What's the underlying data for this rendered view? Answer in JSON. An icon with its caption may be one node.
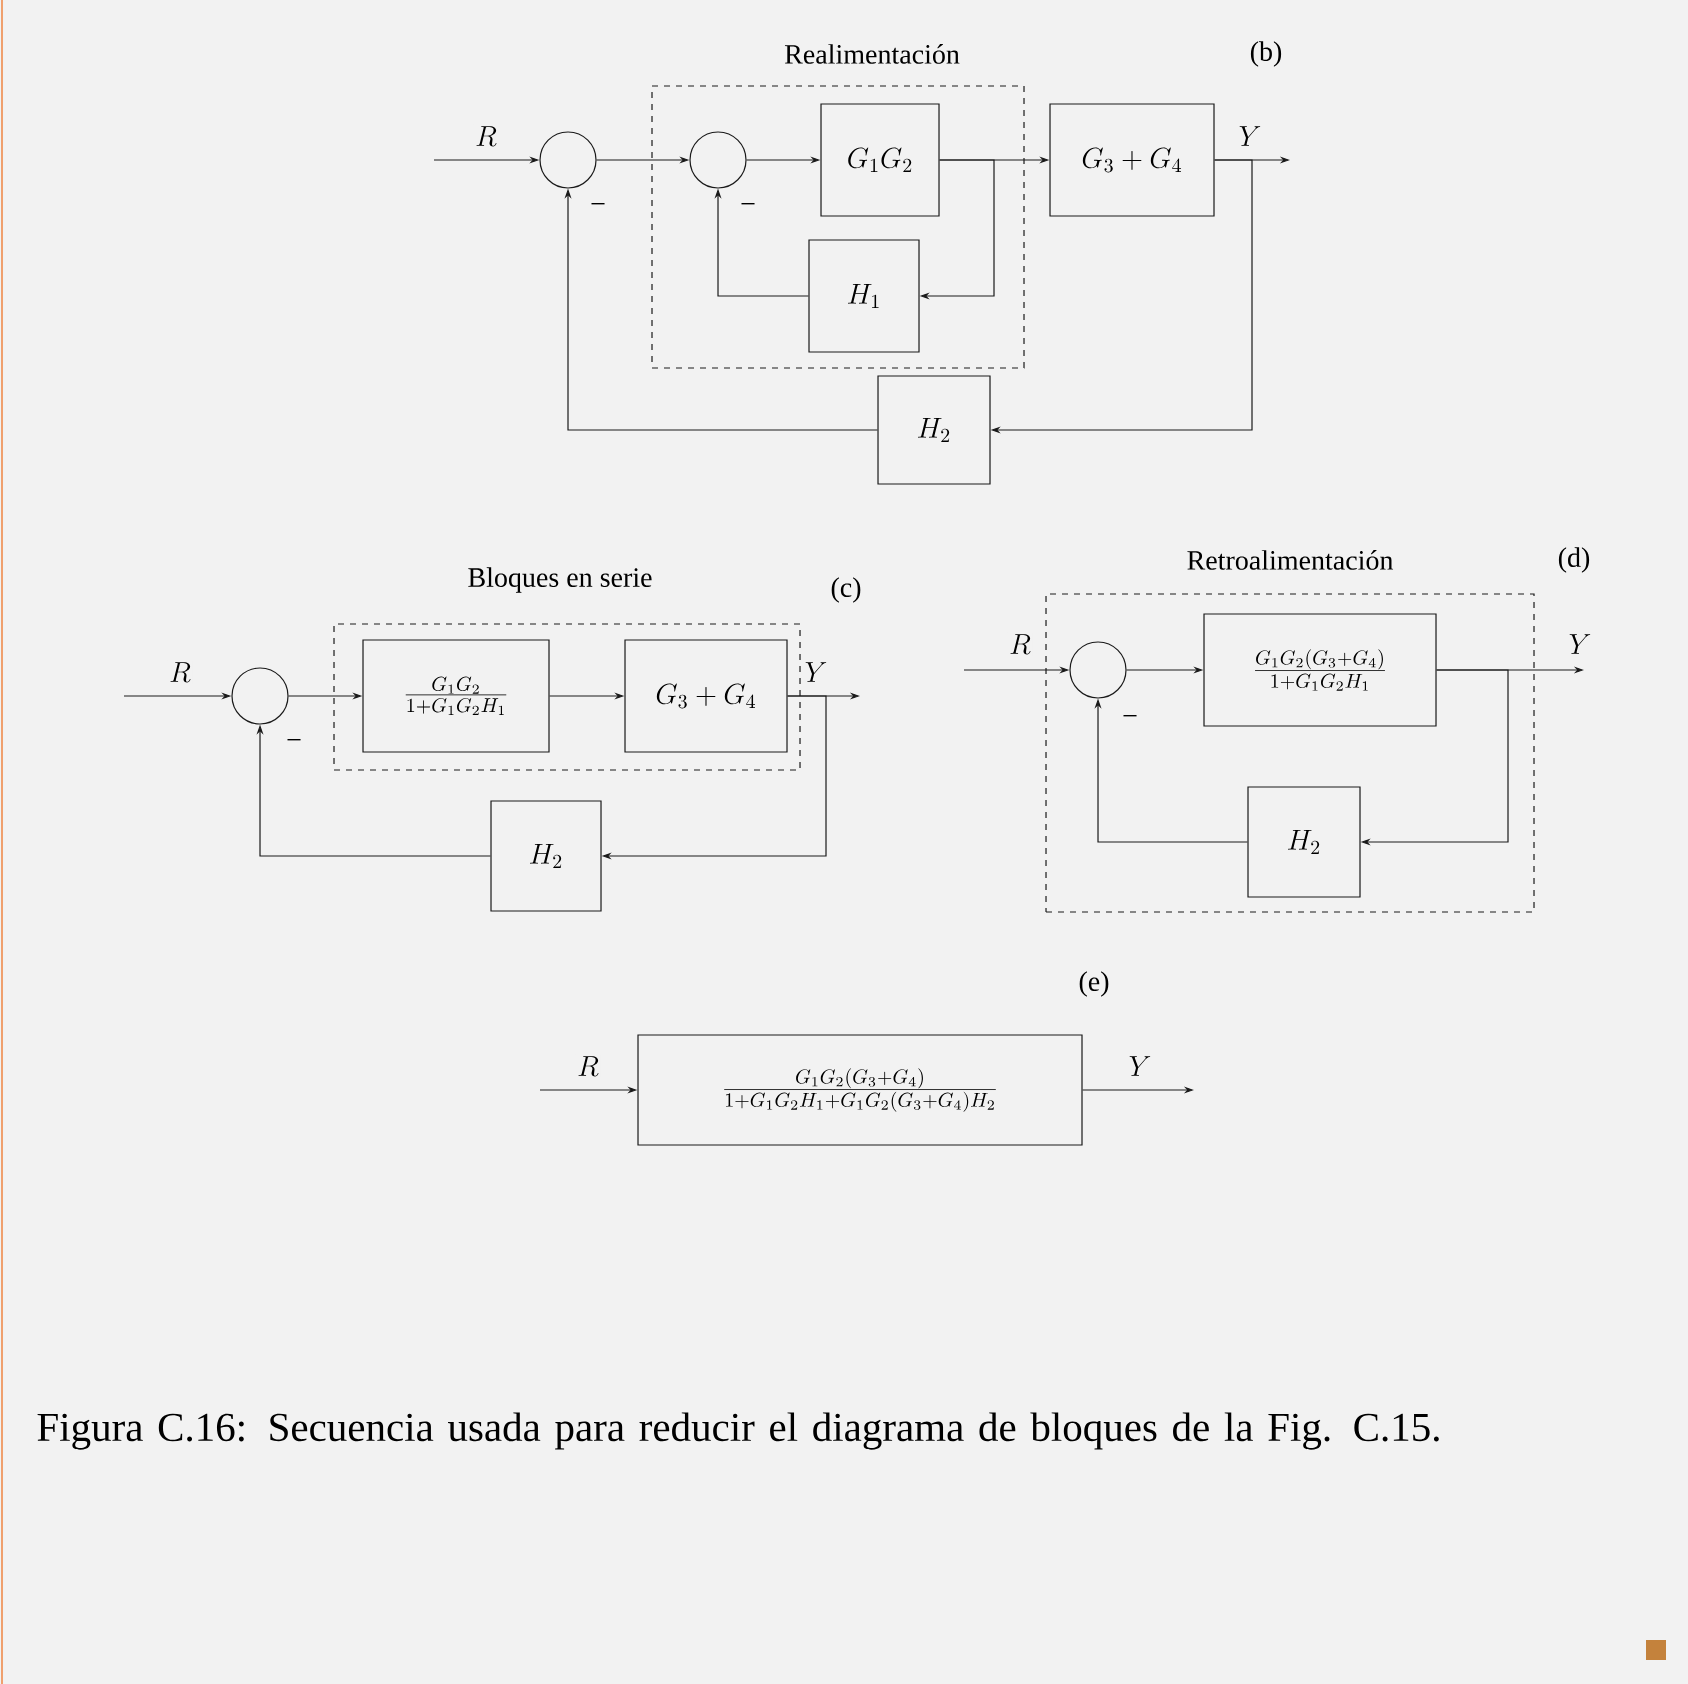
{
  "diagram": {
    "caption": "Figura C.16: Secuencia usada para reducir el diagrama de bloques de la Fig. C.15.",
    "nodes": [
      {
        "text": [],
        "shape": "circle"
      },
      {
        "text": [
          "Realimentación"
        ]
      },
      {
        "text": [],
        "shape": "circle",
        "in": 1
      },
      {
        "text": [
          "G_1G_2"
        ],
        "in": 1
      },
      {
        "text": [
          "H_1"
        ],
        "in": 1
      },
      {
        "text": [
          "G_3+G_4"
        ]
      },
      {
        "text": [
          "H_2"
        ]
      },
      {
        "text": [],
        "shape": "circle"
      },
      {
        "text": [
          "Bloques en serie"
        ]
      },
      {
        "text": [
          "\\frac{G_1G_2}{1+G_1G_2H_1}"
        ],
        "in": 8
      },
      {
        "text": [
          "G_3+G_4"
        ],
        "in": 8
      },
      {
        "text": [
          "H_2"
        ]
      },
      {
        "text": [
          "Retroalimentación"
        ]
      },
      {
        "text": [],
        "shape": "circle",
        "in": 12
      },
      {
        "text": [
          "\\frac{G_1G_2(G_3+G_4)}{1+G_1G_2H_1}"
        ],
        "in": 12
      },
      {
        "text": [
          "H_2"
        ],
        "in": 12
      },
      {
        "text": [
          "\\frac{G_1G_2(G_3+G_4)}{1+G_1G_2H_1+G_1G_2(G_3+G_4)H_2}"
        ]
      }
    ],
    "edges": [
      {
        "from": null,
        "to": 0,
        "arrow": "to",
        "label": "R"
      },
      {
        "from": 0,
        "to": 2,
        "arrow": "to"
      },
      {
        "from": 2,
        "to": 3,
        "arrow": "to"
      },
      {
        "from": 3,
        "to": 5,
        "arrow": "to"
      },
      {
        "from": 3,
        "to": 4,
        "arrow": "to"
      },
      {
        "from": 4,
        "to": 2,
        "arrow": "to"
      },
      {
        "from": 5,
        "to": null,
        "arrow": "to",
        "label": "Y"
      },
      {
        "from": 5,
        "to": 6,
        "arrow": "to"
      },
      {
        "from": 6,
        "to": 0,
        "arrow": "to"
      },
      {
        "from": null,
        "to": 7,
        "arrow": "to",
        "label": "R"
      },
      {
        "from": 7,
        "to": 9,
        "arrow": "to"
      },
      {
        "from": 9,
        "to": 10,
        "arrow": "to"
      },
      {
        "from": 10,
        "to": null,
        "arrow": "to",
        "label": "Y"
      },
      {
        "from": 10,
        "to": 11,
        "arrow": "to"
      },
      {
        "from": 11,
        "to": 7,
        "arrow": "to"
      },
      {
        "from": null,
        "to": 13,
        "arrow": "to",
        "label": "R"
      },
      {
        "from": 13,
        "to": 14,
        "arrow": "to"
      },
      {
        "from": 14,
        "to": null,
        "arrow": "to",
        "label": "Y"
      },
      {
        "from": 14,
        "to": 15,
        "arrow": "to"
      },
      {
        "from": 15,
        "to": 13,
        "arrow": "to"
      },
      {
        "from": null,
        "to": 16,
        "arrow": "to",
        "label": "R"
      },
      {
        "from": 16,
        "to": null,
        "arrow": "to",
        "label": "Y"
      }
    ],
    "labels": [
      "(b)",
      "−",
      "−",
      "(c)",
      "−",
      "(d)",
      "−",
      "(e)"
    ]
  }
}
